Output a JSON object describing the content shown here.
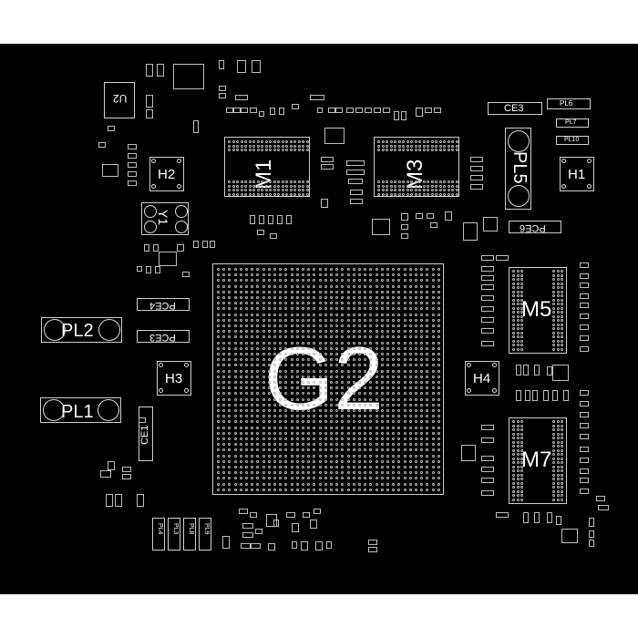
{
  "components": {
    "g2": "G2",
    "m1": "M1",
    "m3": "M3",
    "m5": "M5",
    "m7": "M7",
    "h1": "H1",
    "h2": "H2",
    "h3": "H3",
    "h4": "H4",
    "pl1": "PL1",
    "pl2": "PL2",
    "pl5": "PL5",
    "pl6": "PL6",
    "pl7": "PL7",
    "pl10": "PL10",
    "pl3": "PL3",
    "pl4": "PL4",
    "pl8": "PL8",
    "pl9": "PL9",
    "ce1": "CE1",
    "ce3": "CE3",
    "pce3": "PCE3",
    "pce4": "PCE4",
    "pce6": "PCE6",
    "u2": "U2",
    "y1": "Y1"
  },
  "colors": {
    "board": "#000000",
    "silkscreen": "#cfcfcf",
    "text": "#ffffff"
  }
}
